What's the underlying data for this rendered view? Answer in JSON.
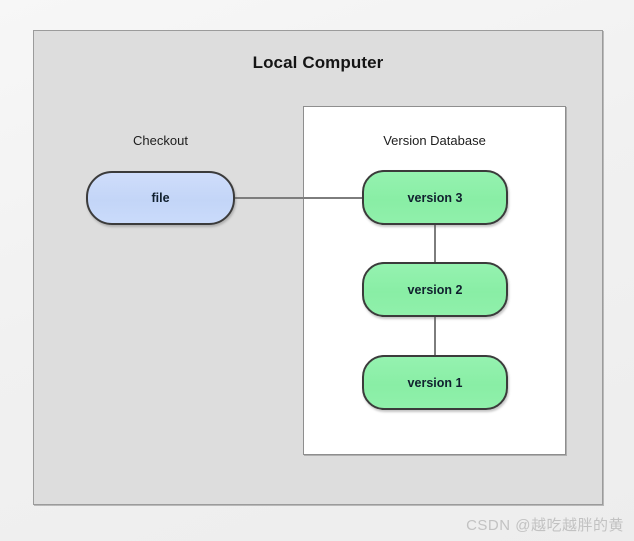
{
  "diagram": {
    "title": "Local Computer",
    "type": "local-version-control-system",
    "panel": {
      "label": "Local Computer",
      "background_color": "#dddddd",
      "border_color": "#9b9b9b"
    },
    "checkout": {
      "label": "Checkout",
      "node": {
        "label": "file",
        "fill_color": "#c8d8f8",
        "border_color": "#3b3b3b",
        "shape": "rounded-rectangle"
      }
    },
    "version_database": {
      "label": "Version Database",
      "background_color": "#ffffff",
      "border_color": "#8e8e8e",
      "versions": [
        {
          "label": "version 3",
          "fill_color": "#8cefab"
        },
        {
          "label": "version 2",
          "fill_color": "#8cefab"
        },
        {
          "label": "version 1",
          "fill_color": "#8cefab"
        }
      ]
    },
    "connectors": {
      "color": "#7d7d7d",
      "file_to_version3": "horizontal",
      "version3_to_version2": "vertical",
      "version2_to_version1": "vertical"
    }
  },
  "watermark": {
    "text": "CSDN @越吃越胖的黄"
  }
}
